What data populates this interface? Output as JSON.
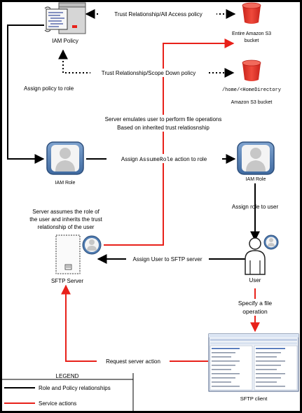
{
  "nodes": {
    "iam_policy": "IAM Policy",
    "s3_bucket": [
      "Entire Amazon S3",
      "bucket"
    ],
    "home_path": "/home/<HomeDirectory",
    "amazon_s3_bucket": "Amazon S3 bucket",
    "iam_role_left": "IAM Role",
    "iam_role_right": "IAM Role",
    "sftp_server": "SFTP Server",
    "user": "User",
    "sftp_client": "SFTP client"
  },
  "edges": {
    "trust_all": "Trust Relationship/All Access policy",
    "trust_scope": "Trust Relationship/Scope Down policy",
    "assign_policy": "Assign policy to role",
    "emulate": [
      "Server emulates user to perform file operations",
      "Based on inherited trust relatiosnship"
    ],
    "assume_prefix": "Assign ",
    "assume_code": "AssumeRole",
    "assume_suffix": " action to role",
    "assign_role_user": "Assign role to user",
    "server_assumes": [
      "Server assumes the role of",
      "the user and inherits the trust",
      "relationship of the user"
    ],
    "assign_user_sftp": "Assign User to SFTP server",
    "specify_op": [
      "Specify a file",
      "operation"
    ],
    "request_action": "Request server action"
  },
  "legend": {
    "title": "LEGEND",
    "items": [
      "Role and Policy relationships",
      "Service actions"
    ],
    "colors": {
      "role_policy": "#000000",
      "service": "#e8211a"
    }
  },
  "colors": {
    "red": "#e8211a",
    "bucket": "#e8352a",
    "role_blue": "#4f7bb0",
    "frame": "#000000"
  }
}
